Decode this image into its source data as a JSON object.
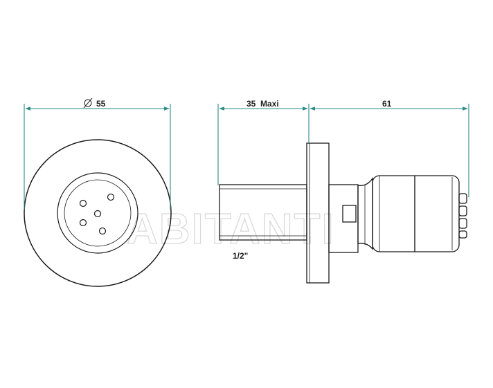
{
  "dimensions": {
    "diameter": {
      "symbol": "∅",
      "value": "55"
    },
    "depth": "35  Maxi",
    "length": "61",
    "thread": "1/2\""
  },
  "watermark": "ABITANTI",
  "colors": {
    "outline": "#1a1a1a",
    "dimension_line": "#2a8a84",
    "watermark": "#d9d9d9",
    "background": "#ffffff"
  }
}
